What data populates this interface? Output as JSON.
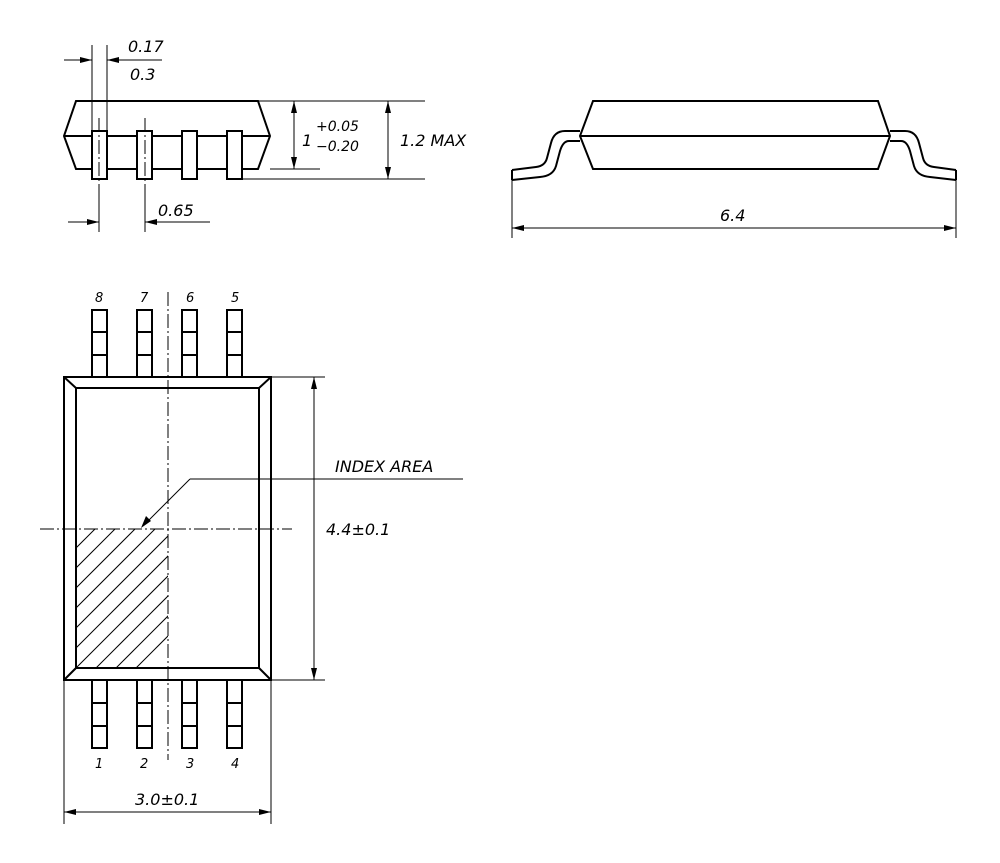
{
  "side_view": {
    "lead_width_min": "0.17",
    "lead_width_max": "0.3",
    "body_thickness_nominal": "1",
    "body_thickness_tol_plus": "+0.05",
    "body_thickness_tol_minus": "−0.20",
    "overall_height": "1.2 MAX",
    "pitch": "0.65"
  },
  "end_view": {
    "overall_width": "6.4"
  },
  "top_view": {
    "pins_top": [
      "8",
      "7",
      "6",
      "5"
    ],
    "pins_bottom": [
      "1",
      "2",
      "3",
      "4"
    ],
    "index_label": "INDEX AREA",
    "body_length": "4.4±0.1",
    "body_width": "3.0±0.1"
  }
}
